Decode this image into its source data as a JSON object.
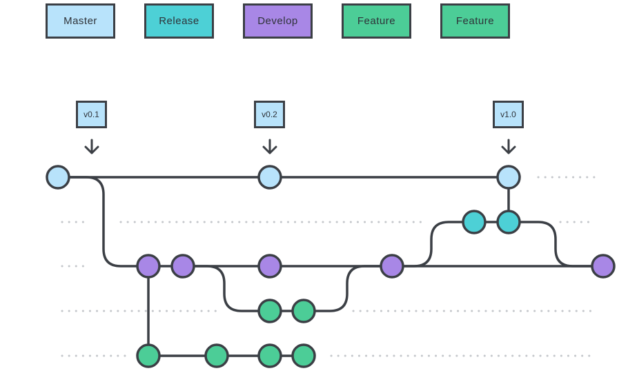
{
  "colors": {
    "master": "#b8e3fb",
    "release": "#4dd0d6",
    "develop": "#a887e6",
    "feature": "#4ccd97",
    "stroke": "#3b3f45"
  },
  "legend": [
    {
      "label": "Master",
      "color": "#b8e3fb"
    },
    {
      "label": "Release",
      "color": "#4dd0d6"
    },
    {
      "label": "Develop",
      "color": "#a887e6"
    },
    {
      "label": "Feature",
      "color": "#4ccd97"
    },
    {
      "label": "Feature",
      "color": "#4ccd97"
    }
  ],
  "tags": [
    {
      "label": "v0.1"
    },
    {
      "label": "v0.2"
    },
    {
      "label": "v1.0"
    }
  ]
}
